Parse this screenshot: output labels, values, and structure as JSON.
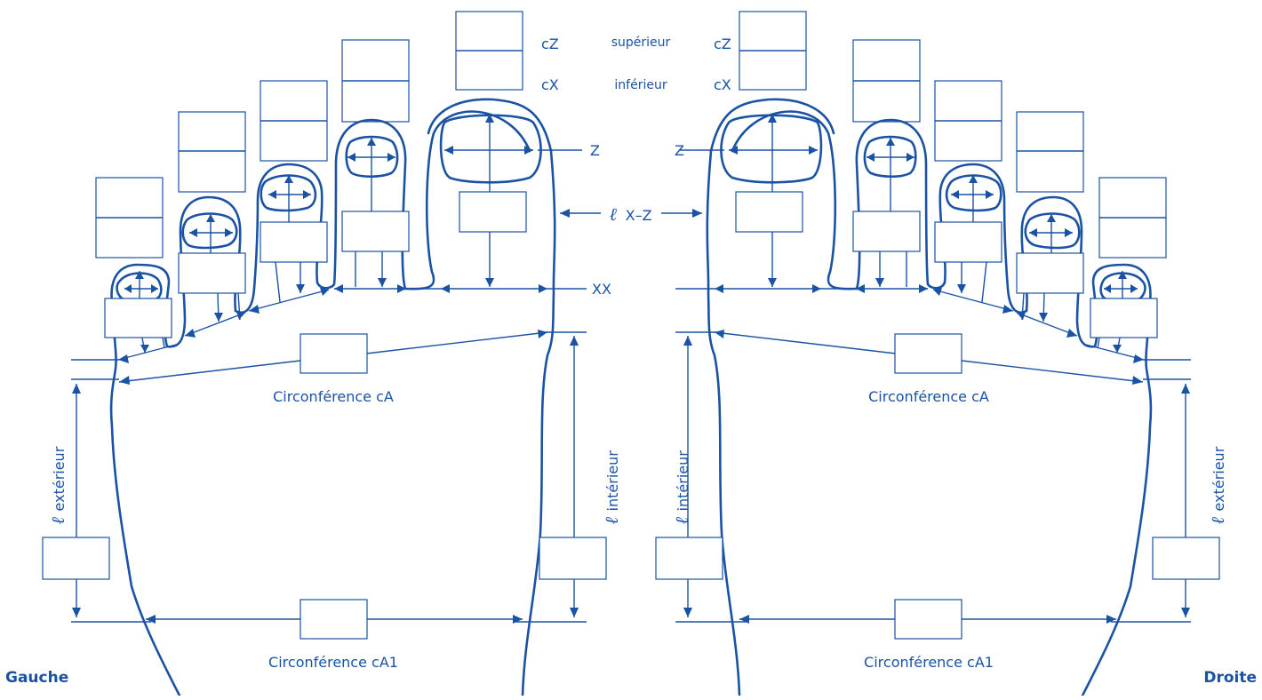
{
  "colors": {
    "ink": "#1a52a4",
    "background": "#ffffff"
  },
  "labels": {
    "left_foot": "Gauche",
    "right_foot": "Droite",
    "upper_tag": "cZ",
    "lower_tag": "cX",
    "upper_word": "supérieur",
    "lower_word": "inférieur",
    "z": "Z",
    "xx": "XX",
    "xz": "X–Z",
    "ell": "ℓ",
    "circ_a": "Circonférence cA",
    "circ_a1": "Circonférence cA1",
    "exterior": "extérieur",
    "interior": "intérieur"
  }
}
